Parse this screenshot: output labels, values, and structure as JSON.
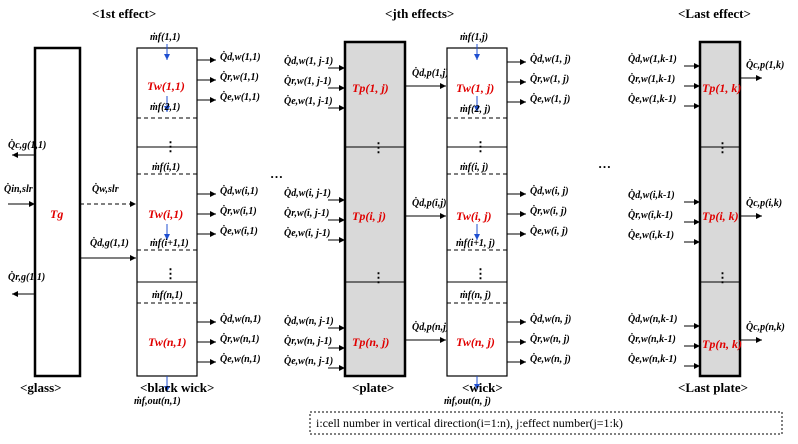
{
  "headers": {
    "first": "<1st effect>",
    "jth": "<jth effects>",
    "last": "<Last effect>"
  },
  "boxes": {
    "glass": "<glass>",
    "black_wick": "<black wick>",
    "plate": "<plate>",
    "wick": "<wick>",
    "last_plate": "<Last plate>"
  },
  "glass": {
    "Tg": "Tg",
    "Qc": "Q̇c,g(1,1)",
    "Qin": "Q̇in,slr",
    "Qr": "Q̇r,g(1,1)",
    "Qw": "Q̇w,slr",
    "Qd": "Q̇d,g(1,1)"
  },
  "wick1": {
    "m_top": "ṁf(1,1)",
    "T1": "Tw(1,1)",
    "Q1": [
      "Q̇d,w(1,1)",
      "Q̇r,w(1,1)",
      "Q̇e,w(1,1)"
    ],
    "m12": "ṁf(2,1)",
    "mi": "ṁf(i,1)",
    "Ti": "Tw(i,1)",
    "Qi": [
      "Q̇d,w(i,1)",
      "Q̇r,w(i,1)",
      "Q̇e,w(i,1)"
    ],
    "mi1": "ṁf(i+1,1)",
    "mn": "ṁf(n,1)",
    "Tn": "Tw(n,1)",
    "Qn": [
      "Q̇d,w(n,1)",
      "Q̇r,w(n,1)",
      "Q̇e,w(n,1)"
    ],
    "m_out": "ṁf,out(n,1)"
  },
  "plate_j": {
    "Qin1": [
      "Q̇d,w(1, j-1)",
      "Q̇r,w(1, j-1)",
      "Q̇e,w(1, j-1)"
    ],
    "T1": "Tp(1, j)",
    "Qdp1": "Q̇d,p(1,j)",
    "Qini": [
      "Q̇d,w(i, j-1)",
      "Q̇r,w(i, j-1)",
      "Q̇e,w(i, j-1)"
    ],
    "Ti": "Tp(i, j)",
    "Qdpi": "Q̇d,p(i,j)",
    "Qinn": [
      "Q̇d,w(n, j-1)",
      "Q̇r,w(n, j-1)",
      "Q̇e,w(n, j-1)"
    ],
    "Tn": "Tp(n, j)",
    "Qdpn": "Q̇d,p(n,j)"
  },
  "wick_j": {
    "m_top": "ṁf(1,j)",
    "T1": "Tw(1, j)",
    "Q1": [
      "Q̇d,w(1, j)",
      "Q̇r,w(1, j)",
      "Q̇e,w(1, j)"
    ],
    "m12": "ṁf(2, j)",
    "mi": "ṁf(i, j)",
    "Ti": "Tw(i, j)",
    "Qi": [
      "Q̇d,w(i, j)",
      "Q̇r,w(i, j)",
      "Q̇e,w(i, j)"
    ],
    "mi1": "ṁf(i+1, j)",
    "mn": "ṁf(n, j)",
    "Tn": "Tw(n, j)",
    "Qn": [
      "Q̇d,w(n, j)",
      "Q̇r,w(n, j)",
      "Q̇e,w(n, j)"
    ],
    "m_out": "ṁf,out(n, j)"
  },
  "last": {
    "Qin1": [
      "Q̇d,w(1,k-1)",
      "Q̇r,w(1,k-1)",
      "Q̇e,w(1,k-1)"
    ],
    "T1": "Tp(1, k)",
    "Qc1": "Q̇c,p(1,k)",
    "Qini": [
      "Q̇d,w(i,k-1)",
      "Q̇r,w(i,k-1)",
      "Q̇e,w(i,k-1)"
    ],
    "Ti": "Tp(i, k)",
    "Qci": "Q̇c,p(i,k)",
    "Qinn": [
      "Q̇d,w(n,k-1)",
      "Q̇r,w(n,k-1)",
      "Q̇e,w(n,k-1)"
    ],
    "Tn": "Tp(n, k)",
    "Qcn": "Q̇c,p(n,k)"
  },
  "dots": "…",
  "vdots": "⋮",
  "legend": "i:cell number in vertical direction(i=1:n),    j:effect number(j=1:k)"
}
